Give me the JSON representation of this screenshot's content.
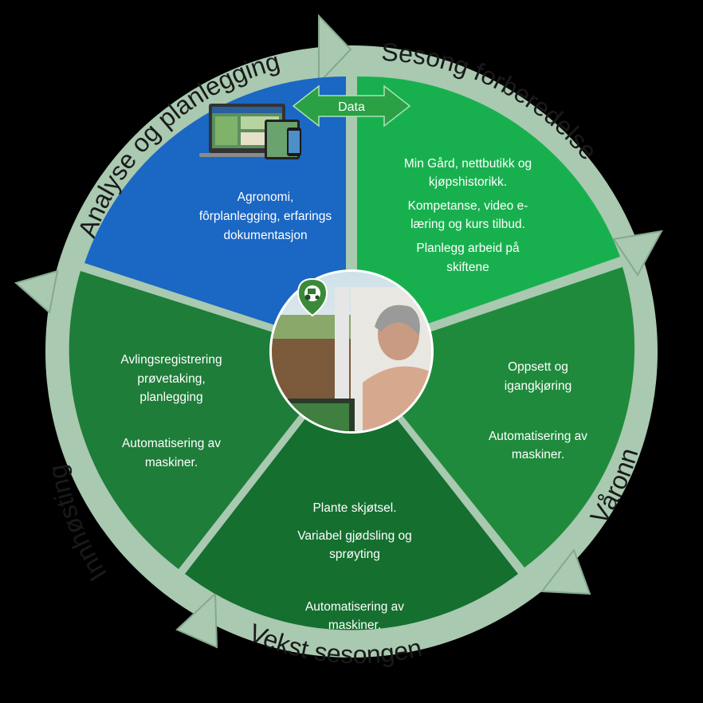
{
  "colors": {
    "ring": "#a9c9b0",
    "ring_shadow": "#86a88e",
    "analysis": "#1a67c4",
    "preparation": "#18b04e",
    "spring": "#1f8a3c",
    "growth": "#156f2f",
    "harvest": "#1e7d39",
    "data_arrow": "#2aa144"
  },
  "data_arrow": {
    "label": "Data",
    "icon": "double-arrow-icon"
  },
  "center": {
    "icon": "farmer-at-computer-photo",
    "pin_icon": "tractor-pin-icon"
  },
  "segments": [
    {
      "id": "analyse",
      "title": "Analyse og planlegging",
      "lines": [
        "Agronomi,",
        "fôrplanlegging, erfarings",
        "dokumentasjon"
      ],
      "image": "devices-screens-icon"
    },
    {
      "id": "sesong",
      "title": "Sesong forberedelse",
      "lines": [
        "Min Gård, nettbutikk og",
        "kjøpshistorikk.",
        "Kompetanse, video e-",
        "læring og kurs tilbud.",
        "Planlegg arbeid på",
        "skiftene"
      ]
    },
    {
      "id": "varonn",
      "title": "Våronn",
      "lines": [
        "Oppsett og",
        "igangkjøring",
        "Automatisering av",
        "maskiner."
      ]
    },
    {
      "id": "vekst",
      "title": "Vekst sesongen",
      "lines": [
        "Plante skjøtsel.",
        "Variabel gjødsling og",
        "sprøyting",
        "Automatisering av",
        "maskiner."
      ]
    },
    {
      "id": "innhosting",
      "title": "Innhøsting",
      "lines": [
        "Avlingsregistrering",
        "prøvetaking,",
        "planlegging",
        "Automatisering av",
        "maskiner."
      ]
    }
  ]
}
